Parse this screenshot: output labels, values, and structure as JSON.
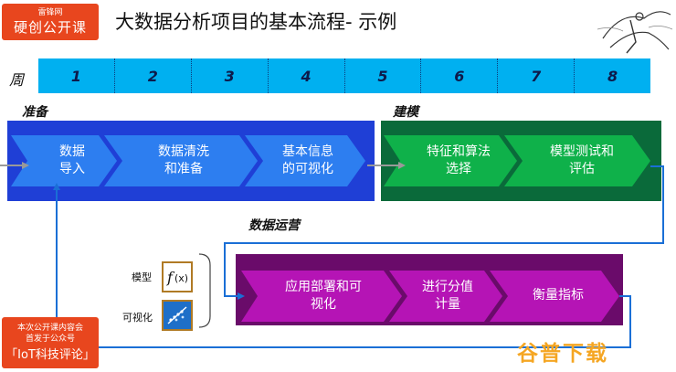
{
  "logo": {
    "line1": "雷锋网",
    "line2": "硬创公开课"
  },
  "title": "大数据分析项目的基本流程- 示例",
  "week": {
    "label": "周",
    "numbers": [
      "1",
      "2",
      "3",
      "4",
      "5",
      "6",
      "7",
      "8"
    ]
  },
  "phases": {
    "prep": {
      "label": "准备",
      "steps": [
        "数据\n导入",
        "数据清洗\n和准备",
        "基本信息\n的可视化"
      ]
    },
    "model": {
      "label": "建模",
      "steps": [
        "特征和算法\n选择",
        "模型测试和\n评估"
      ]
    },
    "ops": {
      "label": "数据运营",
      "steps": [
        "应用部署和可\n视化",
        "进行分值\n计量",
        "衡量指标"
      ]
    }
  },
  "side": {
    "model_label": "模型",
    "model_icon": "function-icon",
    "vis_label": "可视化",
    "vis_icon": "scatter-icon"
  },
  "promo": {
    "line1": "本次公开课内容会",
    "line2": "首发于公众号",
    "line3": "「IoT科技评论」"
  },
  "watermark": "谷普下载",
  "colors": {
    "prep": "#1f3fd6",
    "prep_chevron": "#2d7ef0",
    "model": "#0a6a3a",
    "model_chevron": "#0fb14a",
    "ops": "#6a0b6a",
    "ops_chevron": "#b514b5",
    "week_bar": "#00b0f0",
    "logo": "#e8461e"
  }
}
